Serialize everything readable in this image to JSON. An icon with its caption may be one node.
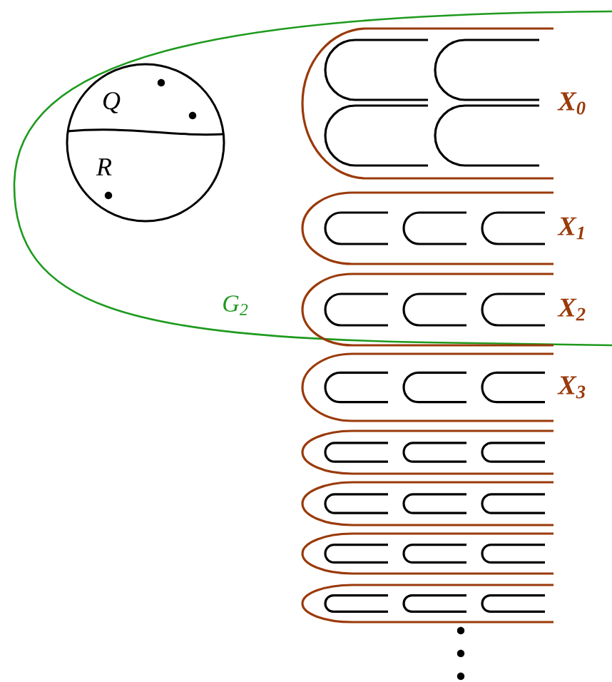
{
  "diagram": {
    "nodes": [
      {
        "text": [
          "G$_{2}$"
        ]
      },
      {
        "text": [
          "Q",
          "R"
        ],
        "in": 0
      },
      {
        "text": [
          "X$_{0}$"
        ],
        "in": 0
      },
      {
        "text": [
          "X$_{1}$"
        ],
        "in": 0
      },
      {
        "text": [
          "X$_{2}$"
        ],
        "in": 0
      },
      {
        "text": [
          "X$_{3}$"
        ]
      },
      {
        "text": [],
        "shape": "ellipse"
      },
      {
        "text": [],
        "shape": "ellipse"
      },
      {
        "text": [],
        "shape": "ellipse"
      },
      {
        "text": [],
        "shape": "ellipse"
      }
    ]
  }
}
